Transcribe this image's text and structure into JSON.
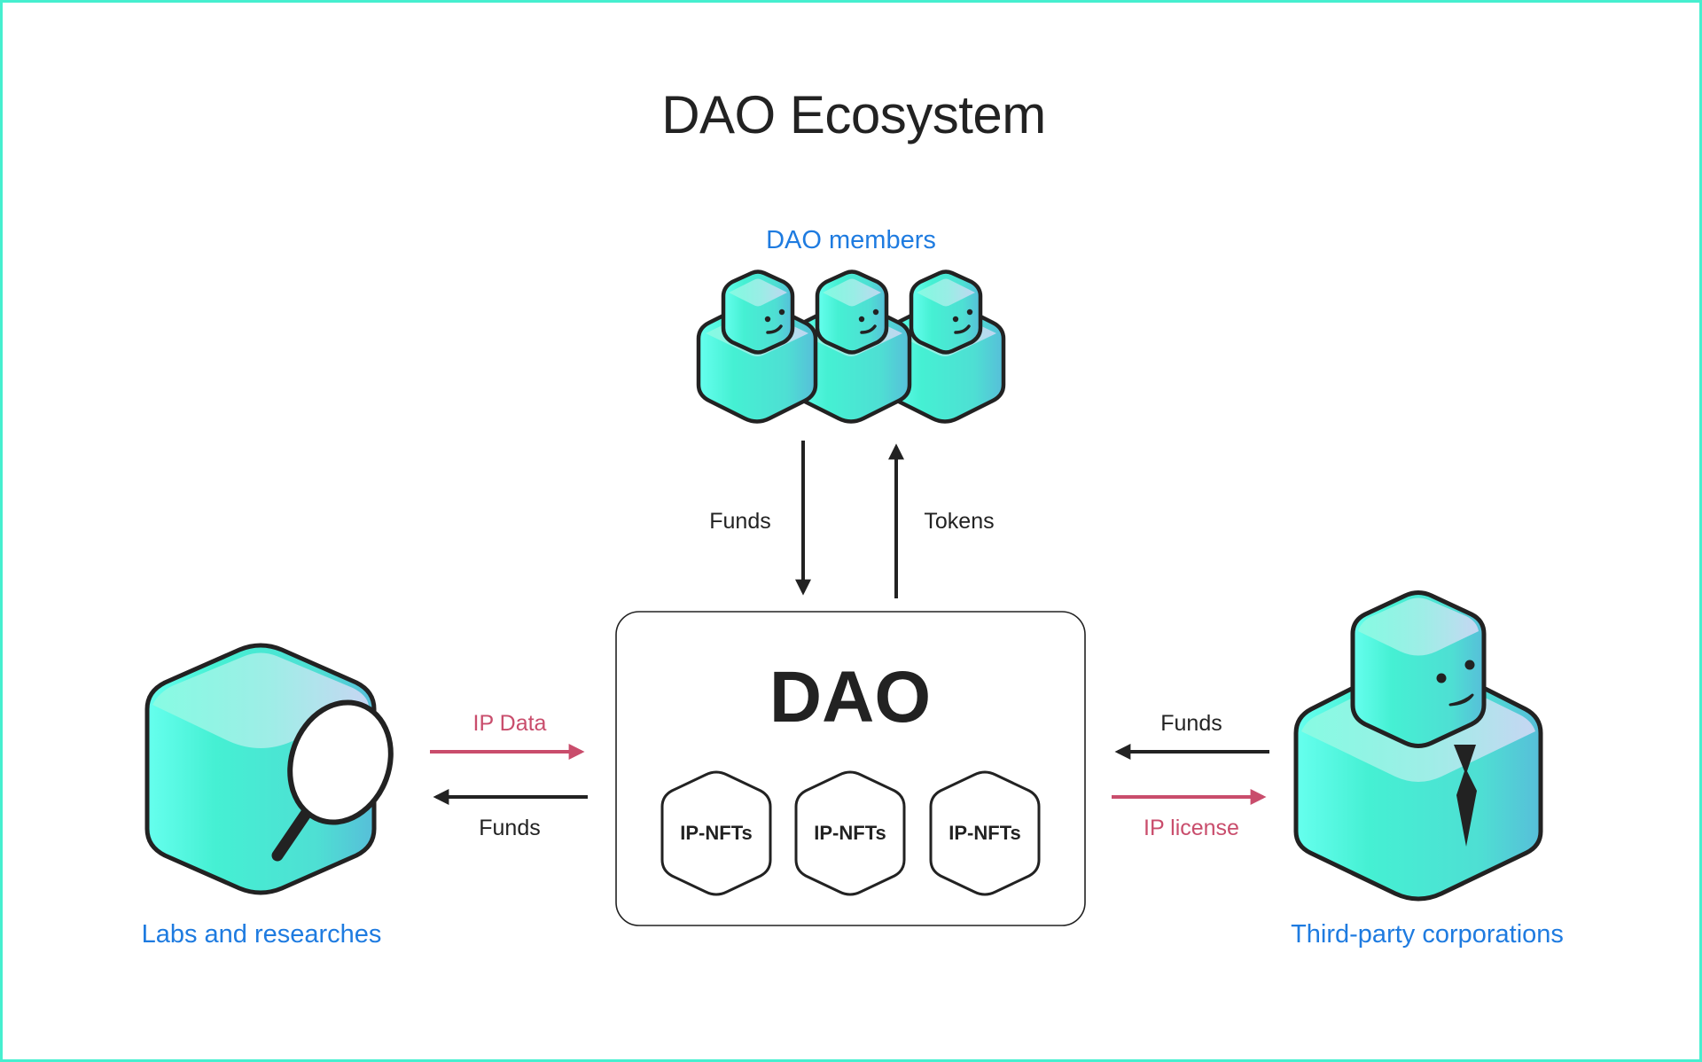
{
  "title": "DAO Ecosystem",
  "colors": {
    "border": "#46EFCF",
    "actor_label": "#1E7BE0",
    "flow_pink": "#C94D6C",
    "ink": "#222222",
    "cube_teal": "#45F0D3",
    "cube_light": "#A3F5E8",
    "cube_lavender": "#CFD8F4",
    "cube_blue": "#55BFD9"
  },
  "actors": {
    "members": {
      "label": "DAO members",
      "icon": "cube-characters-icon",
      "count": 3
    },
    "labs": {
      "label": "Labs and researches",
      "icon": "cube-magnifier-icon"
    },
    "corporations": {
      "label": "Third-party corporations",
      "icon": "cube-businessman-icon"
    }
  },
  "dao": {
    "label": "DAO",
    "assets": [
      "IP-NFTs",
      "IP-NFTs",
      "IP-NFTs"
    ]
  },
  "flows": {
    "members_to_dao": {
      "label": "Funds",
      "direction": "down"
    },
    "dao_to_members": {
      "label": "Tokens",
      "direction": "up"
    },
    "labs_to_dao": {
      "label": "IP Data",
      "direction": "right",
      "color": "pink"
    },
    "dao_to_labs": {
      "label": "Funds",
      "direction": "left"
    },
    "corp_to_dao": {
      "label": "Funds",
      "direction": "left"
    },
    "dao_to_corp": {
      "label": "IP license",
      "direction": "right",
      "color": "pink"
    }
  }
}
